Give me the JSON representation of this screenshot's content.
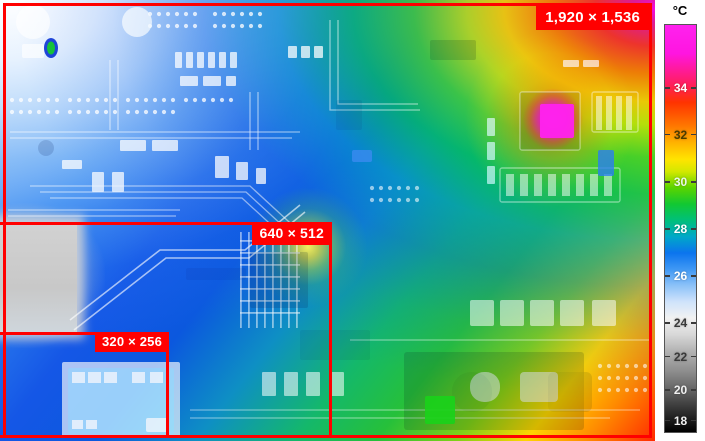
{
  "overlays": {
    "full_resolution_label": "1,920 × 1,536",
    "mid_resolution_label": "640 × 512",
    "low_resolution_label": "320 × 256",
    "box_color": "#ff0000",
    "label_text_color": "#ffffff"
  },
  "temperature_scale": {
    "unit": "°C",
    "min": 17.0,
    "max": 35.6,
    "ticks": [
      {
        "value": "34",
        "pos_pct": 15.5,
        "color": "#ffffff"
      },
      {
        "value": "32",
        "pos_pct": 27.0,
        "color": "#4a3c00"
      },
      {
        "value": "30",
        "pos_pct": 38.6,
        "color": "#e8f6e8"
      },
      {
        "value": "28",
        "pos_pct": 50.2,
        "color": "#ffffff"
      },
      {
        "value": "26",
        "pos_pct": 61.7,
        "color": "#ffffff"
      },
      {
        "value": "24",
        "pos_pct": 73.2,
        "color": "#3a3a3a"
      },
      {
        "value": "22",
        "pos_pct": 81.5,
        "color": "#3a3a3a"
      },
      {
        "value": "20",
        "pos_pct": 89.8,
        "color": "#f0f0f0"
      },
      {
        "value": "18",
        "pos_pct": 97.2,
        "color": "#f0f0f0"
      }
    ],
    "gradient_stops": [
      "#ff22ee",
      "#ff3300",
      "#ff7a00",
      "#ffe400",
      "#5ad400",
      "#00c07a",
      "#0b74ee",
      "#8cc2f8",
      "#f2f2f2",
      "#b4b4b4",
      "#606060",
      "#000000"
    ]
  },
  "scene": {
    "subject": "printed circuit board thermal image",
    "hot_spot_color": "#ff22ee",
    "cool_region_color": "#eef6ff",
    "board_mid_color": "#26c03a"
  }
}
